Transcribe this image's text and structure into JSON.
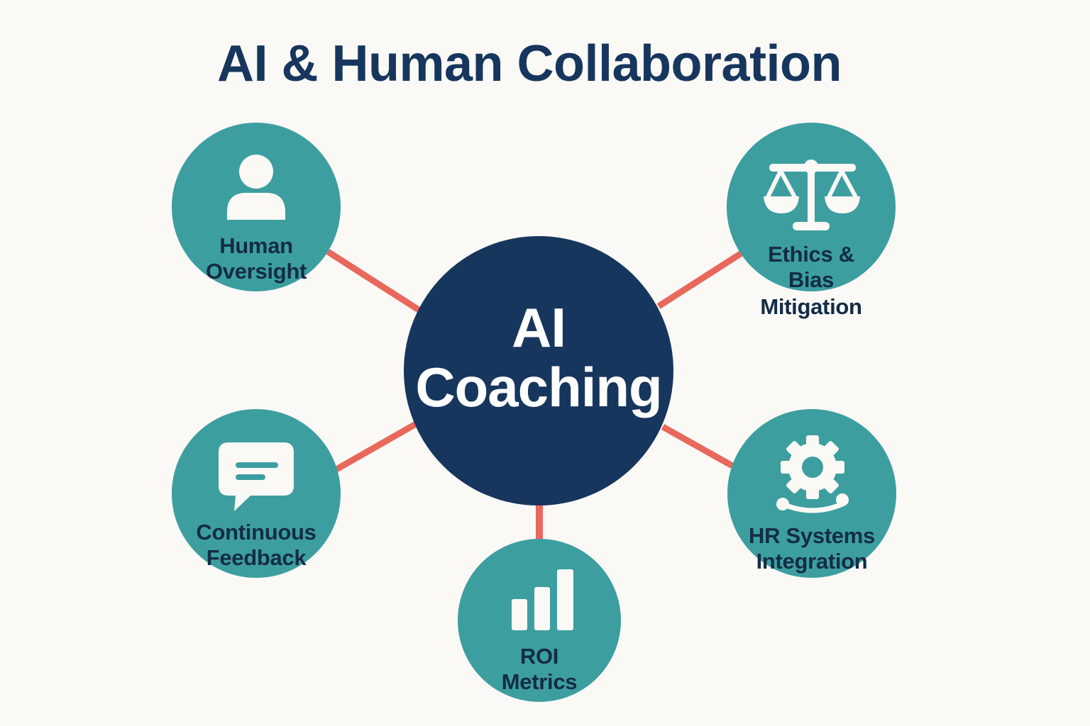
{
  "title": "AI & Human Collaboration",
  "colors": {
    "background": "#faf9f6",
    "hub": "#17365d",
    "node": "#3d9ea0",
    "connector": "#e8685b",
    "label_text": "#132c46",
    "icon": "#faf9f6"
  },
  "hub": {
    "line1": "AI",
    "line2": "Coaching"
  },
  "nodes": [
    {
      "id": "human-oversight",
      "line1": "Human",
      "line2": "Oversight",
      "icon": "person-icon"
    },
    {
      "id": "ethics-bias",
      "line1": "Ethics &",
      "line2": "Bias",
      "line3": "Mitigation",
      "icon": "scales-icon"
    },
    {
      "id": "continuous-feedback",
      "line1": "Continuous",
      "line2": "Feedback",
      "icon": "chat-bubble-icon"
    },
    {
      "id": "hr-systems",
      "line1": "HR Systems",
      "line2": "Integration",
      "icon": "gear-icon"
    },
    {
      "id": "roi-metrics",
      "line1": "ROI",
      "line2": "Metrics",
      "icon": "bar-chart-icon"
    }
  ]
}
